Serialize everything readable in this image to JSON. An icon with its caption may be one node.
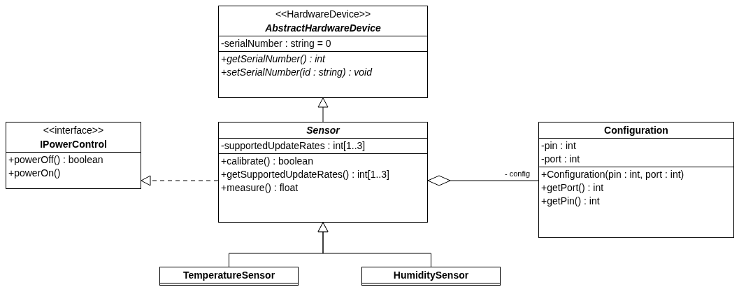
{
  "diagram": {
    "nodes": [
      {
        "text": [
          "<<HardwareDevice>>",
          "AbstractHardwareDevice",
          "-serialNumber : string = 0",
          "*+getSerialNumber() : int*",
          "*+setSerialNumber(id : string) : void*"
        ]
      },
      {
        "text": [
          "<<interface>>",
          "IPowerControl",
          "+powerOff() : boolean",
          "+powerOn()"
        ]
      },
      {
        "text": [
          "Sensor",
          "-supportedUpdateRates : int[1..3]",
          "+calibrate() : boolean",
          "+getSupportedUpdateRates() : int[1..3]",
          "+measure() : float"
        ]
      },
      {
        "text": [
          "Configuration",
          "-pin : int",
          "-port : int",
          "+Configuration(pin : int, port : int)",
          "+getPort() : int",
          "+getPin() : int"
        ]
      },
      {
        "text": [
          "TemperatureSensor"
        ]
      },
      {
        "text": [
          "HumiditySensor"
        ]
      }
    ],
    "edges": [
      {
        "from": 2,
        "to": 0,
        "arrow": "to"
      },
      {
        "from": 2,
        "to": 1,
        "arrow": "to",
        "style": "dashed"
      },
      {
        "from": 2,
        "to": 3,
        "arrow": "other",
        "label": "- config"
      },
      {
        "from": 4,
        "to": 2,
        "arrow": "to"
      },
      {
        "from": 5,
        "to": 2,
        "arrow": "to"
      }
    ]
  }
}
